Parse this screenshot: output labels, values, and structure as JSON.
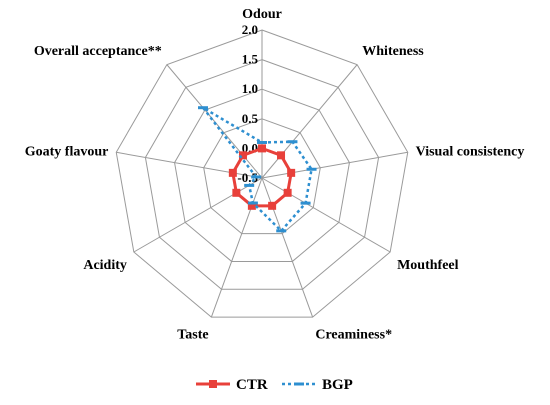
{
  "chart_data": {
    "type": "radar",
    "axes": [
      "Odour",
      "Whiteness",
      "Visual consistency",
      "Mouthfeel",
      "Creaminess*",
      "Taste",
      "Acidity",
      "Goaty flavour",
      "Overall acceptance**"
    ],
    "ticks": [
      "2.0",
      "1.5",
      "1.0",
      "0.5",
      "0.0",
      "-0.5"
    ],
    "range": [
      -0.5,
      2.0
    ],
    "series": [
      {
        "name": "CTR",
        "color": "#e8403a",
        "style": "solid",
        "marker": "square",
        "values": [
          0.0,
          0.0,
          0.0,
          0.0,
          0.0,
          0.0,
          0.0,
          0.0,
          0.0
        ]
      },
      {
        "name": "BGP",
        "color": "#2e8fd0",
        "style": "dotted",
        "marker": "dash",
        "values": [
          0.1,
          0.3,
          0.35,
          0.35,
          0.45,
          -0.05,
          -0.25,
          -0.4,
          1.05
        ]
      }
    ],
    "legend": "bottom",
    "grid": true
  }
}
